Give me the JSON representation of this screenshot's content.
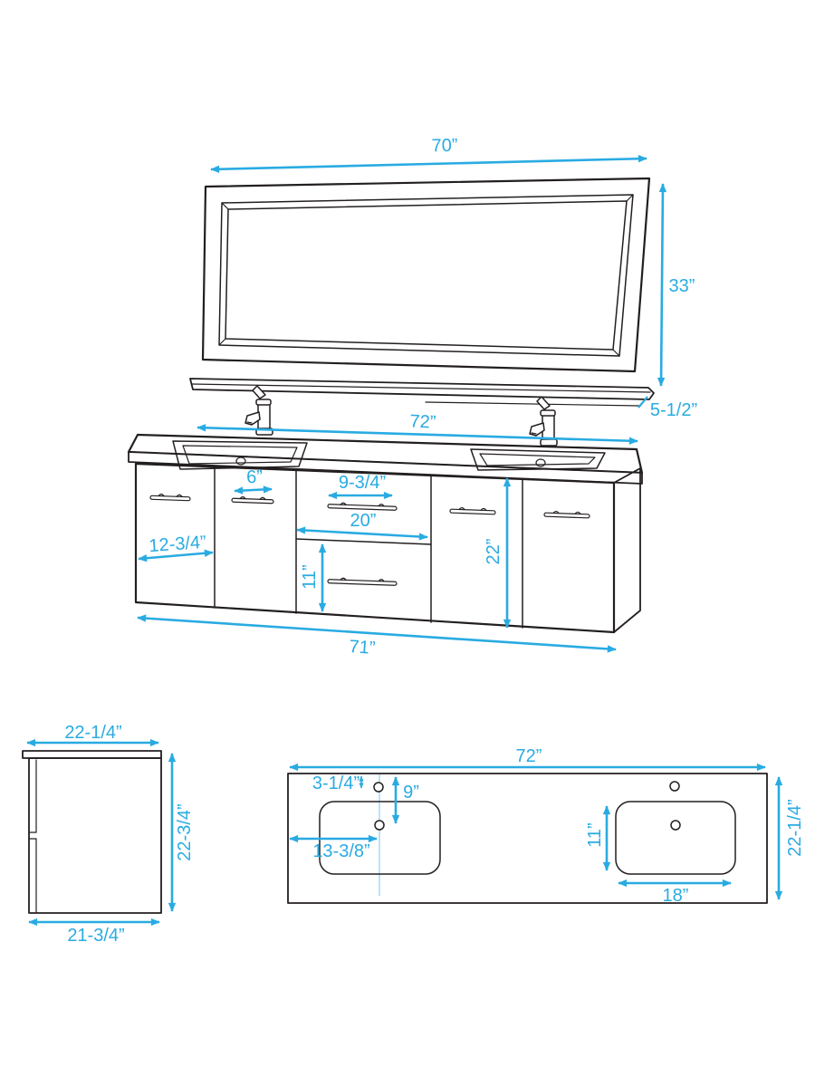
{
  "diagram_title": "Double-sink bathroom vanity and mirror dimension diagram",
  "colors": {
    "dimension": "#29ABE2",
    "centerline": "#A8DCF5",
    "ink": "#231F20",
    "background": "#FFFFFF"
  },
  "mirror_view": {
    "width": "70”",
    "height": "33”",
    "shelf_depth": "5-1/2”"
  },
  "vanity_view": {
    "counter_width": "72”",
    "left_door_width": "12-3/4”",
    "small_door_width": "6”",
    "top_drawer_handle_width": "9-3/4”",
    "drawer_width": "20”",
    "lower_drawer_height": "11”",
    "cabinet_height": "22”",
    "cabinet_width": "71”"
  },
  "side_view": {
    "top_depth": "22-1/4”",
    "height": "22-3/4”",
    "bottom_depth": "21-3/4”"
  },
  "top_view": {
    "counter_width": "72”",
    "faucet_hole_inset": "3-1/4”",
    "faucet_to_drain": "9”",
    "sink_center_from_left": "13-3/8”",
    "sink_cutout_depth": "11”",
    "sink_cutout_width": "18”",
    "counter_depth": "22-1/4”"
  }
}
